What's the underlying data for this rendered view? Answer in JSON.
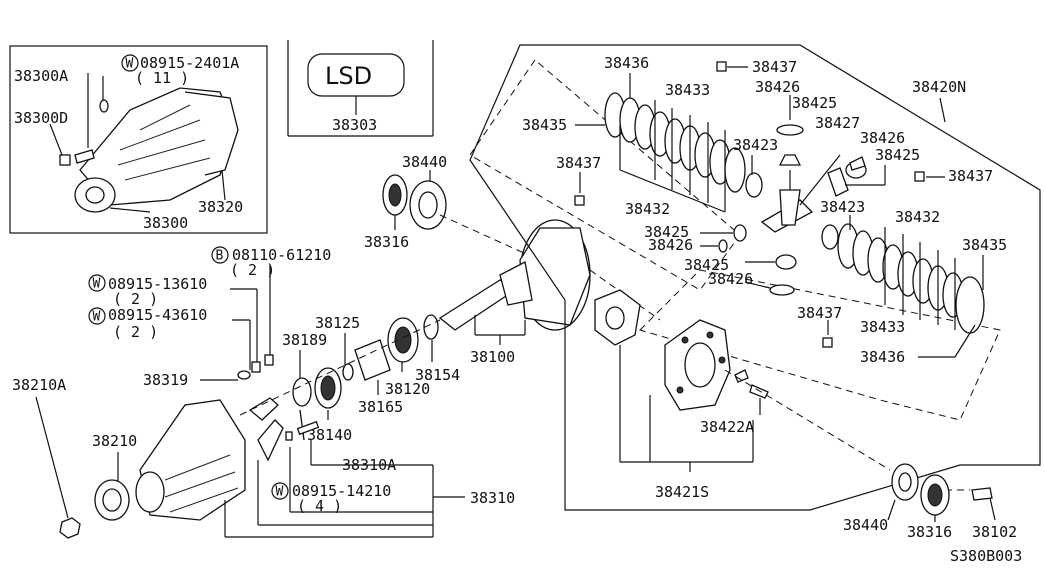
{
  "diagram_code": "S380B003",
  "inset_lsd": {
    "badge": "LSD",
    "part": "38303"
  },
  "labels": {
    "p38300A": "38300A",
    "w08915_2401A": "08915-2401A",
    "w08915_2401A_qty": "( 11 )",
    "p38300D": "38300D",
    "p38300": "38300",
    "p38320": "38320",
    "p38440_top": "38440",
    "p38316_top": "38316",
    "b08110_61210": "08110-61210",
    "b08110_61210_qty": "( 2 )",
    "w08915_13610": "08915-13610",
    "w08915_13610_qty": "( 2 )",
    "w08915_43610": "08915-43610",
    "w08915_43610_qty": "( 2 )",
    "p38319": "38319",
    "p38210A": "38210A",
    "p38210": "38210",
    "p38189": "38189",
    "p38125": "38125",
    "p38140": "38140",
    "p38165": "38165",
    "p38120": "38120",
    "p38154": "38154",
    "p38100": "38100",
    "p38310A": "38310A",
    "w08915_14210": "08915-14210",
    "w08915_14210_qty": "( 4 )",
    "p38310": "38310",
    "p38436_top": "38436",
    "p38437_top": "38437",
    "p38433_top": "38433",
    "p38435_left": "38435",
    "p38426_a": "38426",
    "p38425_a": "38425",
    "p38427": "38427",
    "p38420N": "38420N",
    "p38423_a": "38423",
    "p38437_left": "38437",
    "p38426_b": "38426",
    "p38425_b": "38425",
    "p38437_right": "38437",
    "p38432_a": "38432",
    "p38425_c": "38425",
    "p38426_c": "38426",
    "p38423_b": "38423",
    "p38432_b": "38432",
    "p38425_d": "38425",
    "p38426_d": "38426",
    "p38435_right": "38435",
    "p38437_bottom": "38437",
    "p38433_bottom": "38433",
    "p38436_bottom": "38436",
    "p38422A": "38422A",
    "p38421S": "38421S",
    "p38440_bottom": "38440",
    "p38316_bottom": "38316",
    "p38102": "38102"
  },
  "symbols": {
    "washer": "W",
    "bolt": "B"
  }
}
